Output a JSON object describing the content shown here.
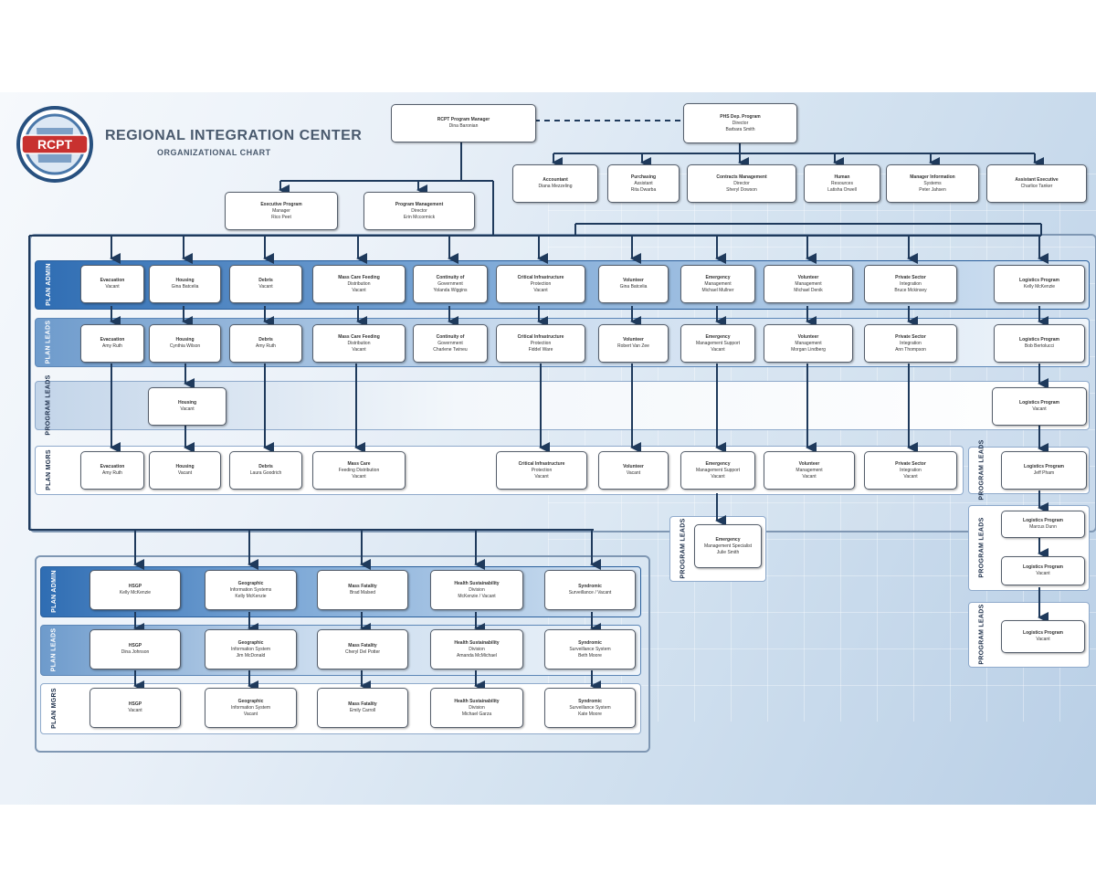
{
  "header": {
    "title": "REGIONAL INTEGRATION CENTER",
    "subtitle": "ORGANIZATIONAL CHART",
    "logo_text": "RCPT"
  },
  "colors": {
    "band_dark": "#2f6db3",
    "band_mid": "#6e9bcc",
    "connector": "#1f3a5c",
    "box_border": "#555e6b"
  },
  "rows": [
    {
      "id": "row1",
      "tag": "PLAN ADMIN"
    },
    {
      "id": "row2",
      "tag": "PLAN LEADS"
    },
    {
      "id": "row3",
      "tag": "PROGRAM LEADS"
    },
    {
      "id": "row4",
      "tag": "PLAN MGRS"
    },
    {
      "id": "row5",
      "tag": "PLAN ADMIN"
    },
    {
      "id": "row6",
      "tag": "PLAN LEADS"
    },
    {
      "id": "row7",
      "tag": "PLAN MGRS"
    }
  ],
  "side_tags": [
    {
      "id": "side1",
      "tag": "PROGRAM LEADS"
    },
    {
      "id": "side2",
      "tag": "PROGRAM LEADS"
    },
    {
      "id": "side3",
      "tag": "PROGRAM LEADS"
    },
    {
      "id": "side4",
      "tag": "PROGRAM LEADS"
    }
  ],
  "nodes": {
    "top_manager": {
      "l1": "RCPT Program Manager",
      "l2": "Dina Baronian"
    },
    "top_deputy": {
      "l1": "PHS Dep. Program",
      "l2": "Director",
      "l3": "Barbara Smith"
    },
    "staff": [
      {
        "l1": "Accountant",
        "l2": "Diana Mezzeling"
      },
      {
        "l1": "Purchasing",
        "l2": "Assistant",
        "l3": "Rita Dwarba"
      },
      {
        "l1": "Contracts Management",
        "l2": "Director",
        "l3": "Sheryl Dowson"
      },
      {
        "l1": "Human",
        "l2": "Resources",
        "l3": "Latisha Orwell"
      },
      {
        "l1": "Manager Information",
        "l2": "Systems",
        "l3": "Peter Jahsen"
      },
      {
        "l1": "Assistant Executive",
        "l2": "Charlice Tanker"
      }
    ],
    "executive_pm": {
      "l1": "Executive Program",
      "l2": "Manager",
      "l3": "Rico Peet"
    },
    "program_mgmt": {
      "l1": "Program Management",
      "l2": "Director",
      "l3": "Erin Mccormick"
    },
    "row1": [
      {
        "l1": "Evacuation",
        "l2": "Vacant"
      },
      {
        "l1": "Housing",
        "l2": "Gina Batcelia"
      },
      {
        "l1": "Debris",
        "l2": "Vacant"
      },
      {
        "l1": "Mass Care Feeding",
        "l2": "Distribution",
        "l3": "Vacant"
      },
      {
        "l1": "Continuity of",
        "l2": "Government",
        "l3": "Yolanda Wiggins"
      },
      {
        "l1": "Critical Infrastructure",
        "l2": "Protection",
        "l3": "Vacant"
      },
      {
        "l1": "Volunteer",
        "l2": "Gina Batcelia"
      },
      {
        "l1": "Emergency",
        "l2": "Management",
        "l3": "Michael Mullner"
      },
      {
        "l1": "Volunteer",
        "l2": "Management",
        "l3": "Michael Denik"
      },
      {
        "l1": "Private Sector",
        "l2": "Integration",
        "l3": "Bruce Mckinsey"
      },
      {
        "l1": "Logistics Program",
        "l2": "Kelly McKenzie"
      }
    ],
    "row2": [
      {
        "l1": "Evacuation",
        "l2": "Amy Ruth"
      },
      {
        "l1": "Housing",
        "l2": "Cynthia Wilson"
      },
      {
        "l1": "Debris",
        "l2": "Amy Ruth"
      },
      {
        "l1": "Mass Care Feeding",
        "l2": "Distribution",
        "l3": "Vacant"
      },
      {
        "l1": "Continuity of",
        "l2": "Government",
        "l3": "Charlene Twineu"
      },
      {
        "l1": "Critical Infrastructure",
        "l2": "Protection",
        "l3": "Fiddel Ware"
      },
      {
        "l1": "Volunteer",
        "l2": "Robert Van Zee"
      },
      {
        "l1": "Emergency",
        "l2": "Management Support",
        "l3": "Vacant"
      },
      {
        "l1": "Volunteer",
        "l2": "Management",
        "l3": "Morgan Lindberg"
      },
      {
        "l1": "Private Sector",
        "l2": "Integration",
        "l3": "Ann Thompson"
      },
      {
        "l1": "Logistics Program",
        "l2": "Bob Bertolucci"
      }
    ],
    "row3": [
      {
        "l1": "Housing",
        "l2": "Vacant"
      },
      {
        "l1": "Logistics Program",
        "l2": "Vacant"
      }
    ],
    "row4": [
      {
        "l1": "Evacuation",
        "l2": "Amy Ruth"
      },
      {
        "l1": "Housing",
        "l2": "Vacant"
      },
      {
        "l1": "Debris",
        "l2": "Laura Goodrich"
      },
      {
        "l1": "Mass Care",
        "l2": "Feeding Distribution",
        "l3": "Vacant"
      },
      {
        "l1": "Critical Infrastructure",
        "l2": "Protection",
        "l3": "Vacant"
      },
      {
        "l1": "Volunteer",
        "l2": "Vacant"
      },
      {
        "l1": "Emergency",
        "l2": "Management Support",
        "l3": "Vacant"
      },
      {
        "l1": "Volunteer",
        "l2": "Management",
        "l3": "Vacant"
      },
      {
        "l1": "Private Sector",
        "l2": "Integration",
        "l3": "Vacant"
      },
      {
        "l1": "Logistics Program",
        "l2": "Jeff Pham"
      }
    ],
    "row4_sub": {
      "l1": "Emergency",
      "l2": "Management Specialist",
      "l3": "Julie Smith"
    },
    "logistics_side": [
      {
        "l1": "Logistics Program",
        "l2": "Marcus Dunn"
      },
      {
        "l1": "Logistics Program",
        "l2": "Vacant"
      },
      {
        "l1": "Logistics Program",
        "l2": "Vacant"
      }
    ],
    "row5": [
      {
        "l1": "HSGP",
        "l2": "Kelly McKenzie"
      },
      {
        "l1": "Geographic",
        "l2": "Information Systems",
        "l3": "Kelly McKenzie"
      },
      {
        "l1": "Mass Fatality",
        "l2": "Brad Malsed"
      },
      {
        "l1": "Health Sustainability",
        "l2": "Division",
        "l3": "McKenzie / Vacant"
      },
      {
        "l1": "Syndromic",
        "l2": "Surveillance / Vacant"
      }
    ],
    "row6": [
      {
        "l1": "HSGP",
        "l2": "Dina Johnson"
      },
      {
        "l1": "Geographic",
        "l2": "Information System",
        "l3": "Jim McDonald"
      },
      {
        "l1": "Mass Fatality",
        "l2": "Cheryl Del Potter"
      },
      {
        "l1": "Health Sustainability",
        "l2": "Division",
        "l3": "Amanda McMichael"
      },
      {
        "l1": "Syndromic",
        "l2": "Surveillance System",
        "l3": "Beth Moore"
      }
    ],
    "row7": [
      {
        "l1": "HSGP",
        "l2": "Vacant"
      },
      {
        "l1": "Geographic",
        "l2": "Information System",
        "l3": "Vacant"
      },
      {
        "l1": "Mass Fatality",
        "l2": "Emily Carroll"
      },
      {
        "l1": "Health Sustainability",
        "l2": "Division",
        "l3": "Michael Garza"
      },
      {
        "l1": "Syndromic",
        "l2": "Surveillance System",
        "l3": "Kate Moore"
      }
    ]
  }
}
